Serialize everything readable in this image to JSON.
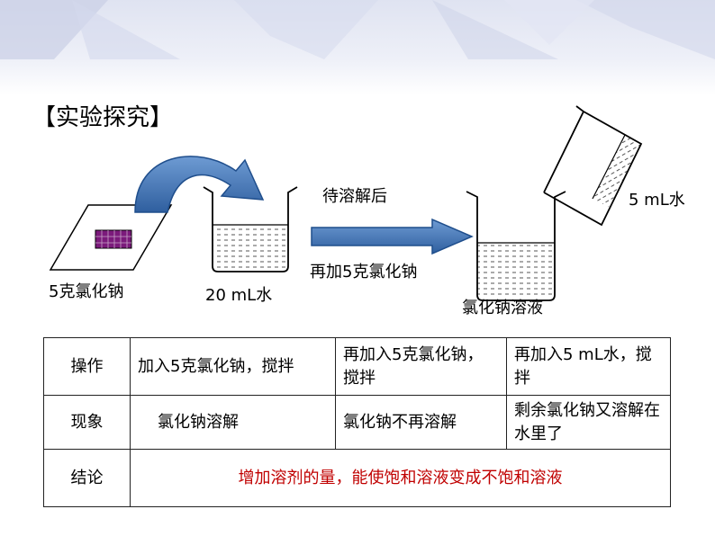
{
  "title": "【实验探究】",
  "labels": {
    "salt": "5克氯化钠",
    "water": "20 mL水",
    "wait": "待溶解后",
    "add_again": "再加5克氯化钠",
    "solution": "氯化钠溶液",
    "water_add": "5 mL水"
  },
  "table": {
    "rows": [
      {
        "header": "操作",
        "cells": [
          "加入5克氯化钠，搅拌",
          "再加入5克氯化钠，搅拌",
          "再加入5 mL水，搅拌"
        ]
      },
      {
        "header": "现象",
        "cells": [
          "氯化钠溶解",
          "氯化钠不再溶解",
          "剩余氯化钠又溶解在水里了"
        ]
      },
      {
        "header": "结论",
        "conclusion": "增加溶剂的量，能使饱和溶液变成不饱和溶液"
      }
    ]
  },
  "colors": {
    "arrow_fill": "#4f81bd",
    "arrow_dark": "#1f4e8c",
    "salt_crystals": "#7b1a7b",
    "conclusion_text": "#c00000"
  }
}
